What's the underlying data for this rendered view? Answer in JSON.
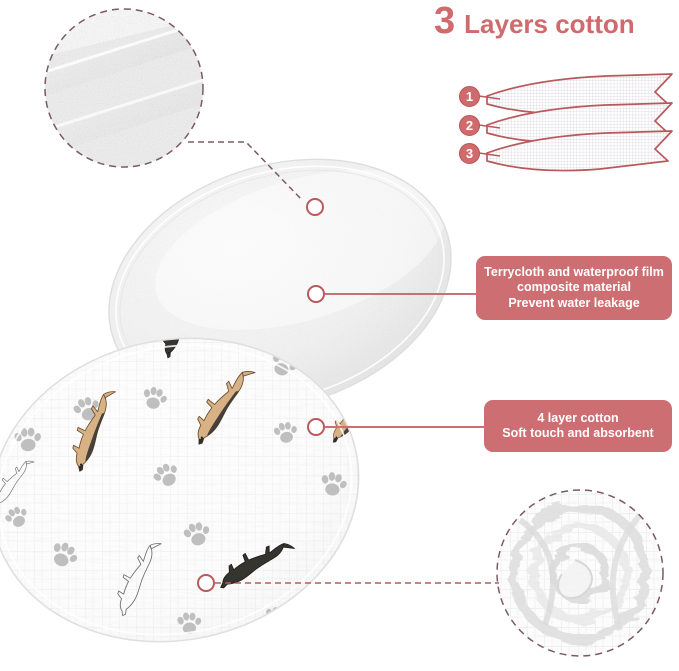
{
  "headline": {
    "number": "3",
    "text": "Layers cotton"
  },
  "layer_diagram": {
    "badges": [
      "1",
      "2",
      "3"
    ],
    "layer_count": 3,
    "fill_pattern": "grid-mesh",
    "outline_color": "#b85a5d"
  },
  "callouts": [
    {
      "id": "waterproof",
      "lines": [
        "Terrycloth and waterproof film",
        "composite material",
        "Prevent water leakage"
      ],
      "background": "#cd6f72",
      "text_color": "#ffffff"
    },
    {
      "id": "cotton",
      "lines": [
        "4 layer cotton",
        "Soft touch and absorbent"
      ],
      "background": "#cd6f72",
      "text_color": "#ffffff"
    }
  ],
  "zoom_insets": [
    {
      "id": "terrycloth-closeup",
      "label": "terrycloth-texture-inset",
      "border_style": "dashed",
      "border_color": "#7a5a63"
    },
    {
      "id": "muslin-closeup",
      "label": "muslin-swirl-texture-inset",
      "border_style": "dashed",
      "border_color": "#7a5a63"
    }
  ],
  "products": [
    {
      "id": "white-pad",
      "label": "white-waterproof-pad",
      "surface": "plain white terrycloth",
      "color": "#f2f2f2"
    },
    {
      "id": "patterned-pad",
      "label": "german-shepherd-print-pad",
      "surface": "muslin with dog and paw print pattern",
      "color": "#fbfbfa"
    }
  ],
  "pattern": {
    "motifs": [
      "german-shepherd-dog",
      "paw-print"
    ],
    "dog_colors": [
      "#cfa878",
      "#e6d7bf",
      "#3a3a38"
    ],
    "paw_color": "#b6b6b6"
  },
  "connectors": {
    "accent_color": "#c4666a",
    "marker_style": "open-ring"
  }
}
